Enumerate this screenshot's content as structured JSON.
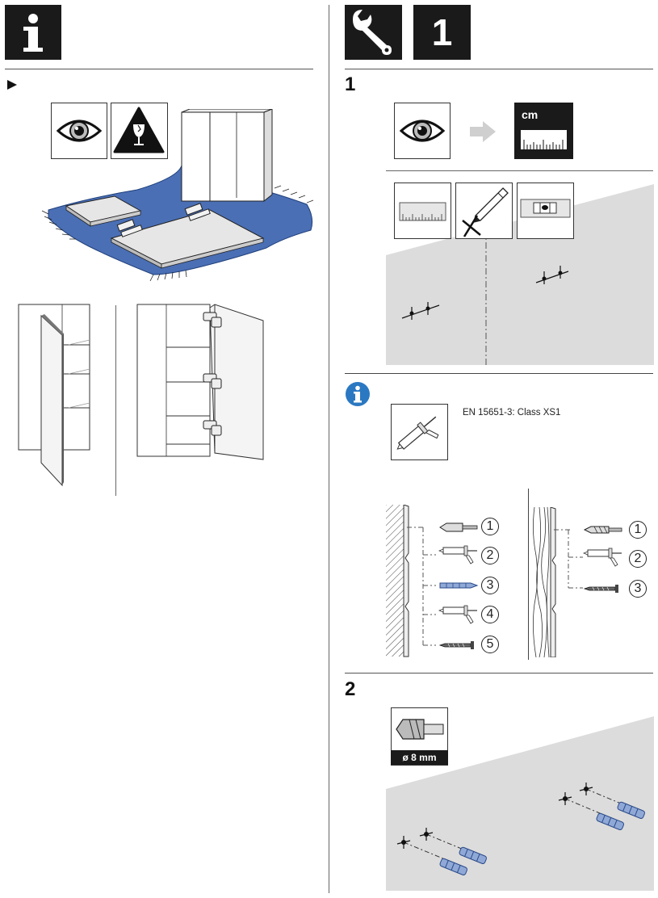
{
  "info_panel": {
    "icon": "info-i-icon",
    "bullet_icon": "play-triangle-icon",
    "check_icons": [
      "eye-icon",
      "fragile-glass-icon"
    ]
  },
  "mounting_panel": {
    "icons": [
      "wrench-icon"
    ],
    "step_badge": "1",
    "step1": {
      "number": "1",
      "icons": [
        "eye-icon",
        "arrow-right-icon",
        "measure-cm-icon",
        "ruler-icon",
        "pencil-mark-icon",
        "spirit-level-icon"
      ],
      "measure_label": "cm"
    },
    "note": {
      "icon": "info-circle-icon",
      "tool_icon": "caulking-gun-icon",
      "spec_text": "EN 15651-3: Class XS1"
    },
    "masonry_sequence": {
      "items": [
        {
          "num": "1",
          "icon": "drill-bit-icon"
        },
        {
          "num": "2",
          "icon": "caulking-gun-icon"
        },
        {
          "num": "3",
          "icon": "wall-plug-icon"
        },
        {
          "num": "4",
          "icon": "caulking-gun-icon"
        },
        {
          "num": "5",
          "icon": "screw-icon"
        }
      ]
    },
    "wood_sequence": {
      "items": [
        {
          "num": "1",
          "icon": "drill-bit-icon"
        },
        {
          "num": "2",
          "icon": "caulking-gun-icon"
        },
        {
          "num": "3",
          "icon": "screw-icon"
        }
      ]
    },
    "step2": {
      "number": "2",
      "drill_label": "ø 8 mm"
    }
  },
  "colors": {
    "black": "#1a1a1a",
    "rug_blue": "#4a6fb5",
    "wall_gray": "#dcdcdc",
    "info_blue": "#2b78c2",
    "plug_blue": "#8fa8d6"
  }
}
